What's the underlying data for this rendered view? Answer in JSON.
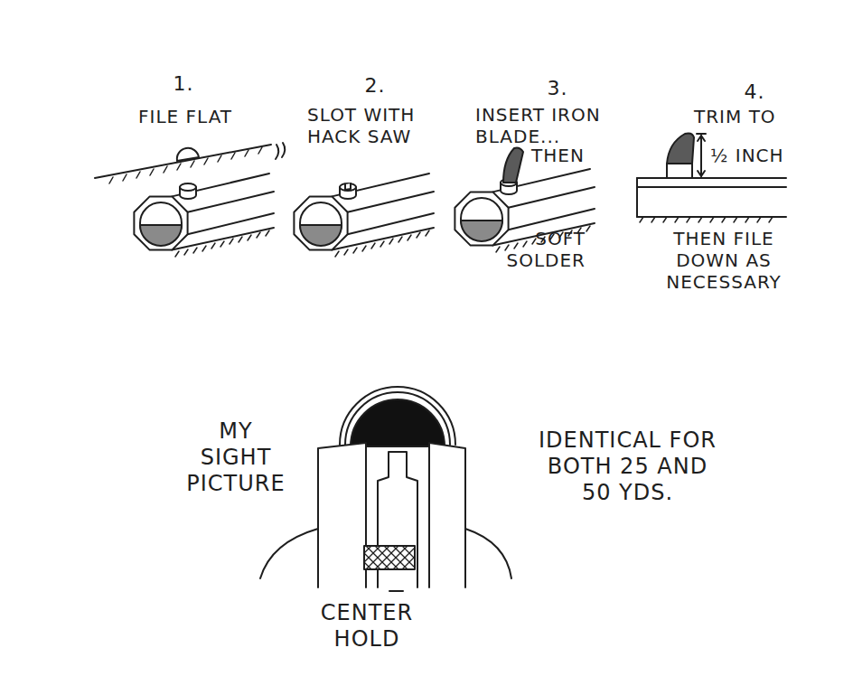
{
  "diagram": {
    "labels": [
      "1.",
      "FILE FLAT",
      "2.",
      "SLOT WITH HACK SAW",
      "3.",
      "INSERT IRON BLADE...",
      "THEN",
      "SOFT SOLDER",
      "4.",
      "TRIM TO",
      "½ INCH",
      "THEN FILE DOWN AS NECESSARY",
      "MY SIGHT PICTURE",
      "IDENTICAL FOR BOTH 25 AND 50 YDS.",
      "CENTER HOLD"
    ]
  }
}
